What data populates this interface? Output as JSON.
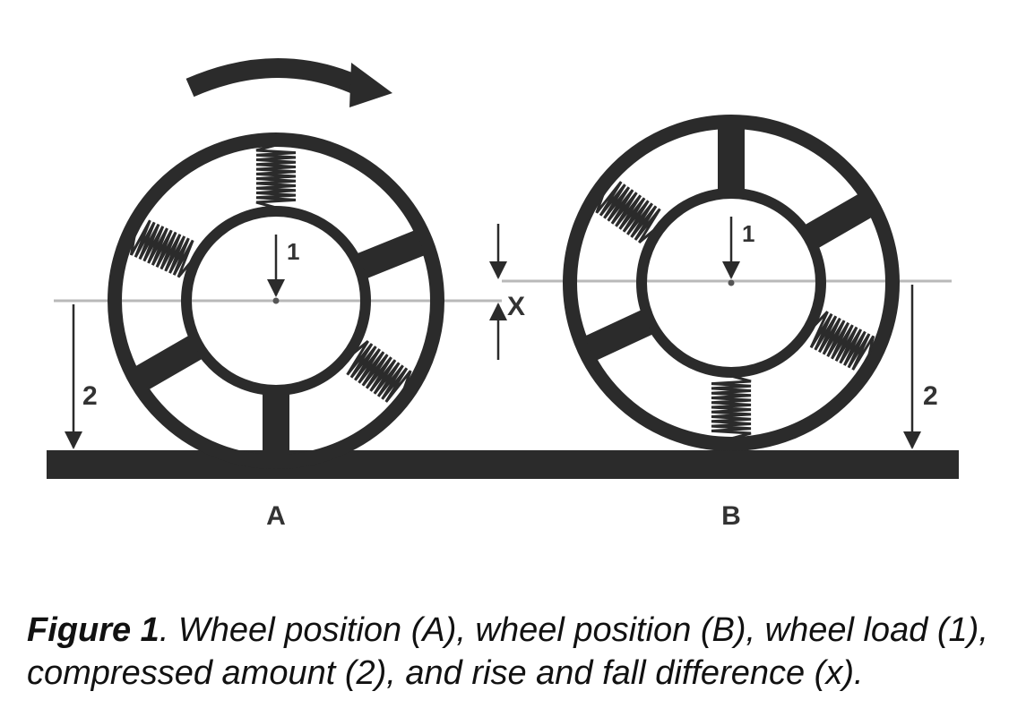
{
  "diagram": {
    "wheel_a_label": "A",
    "wheel_b_label": "B",
    "load_label": "1",
    "compression_label": "2",
    "difference_label": "X",
    "colors": {
      "ink": "#2b2b2b",
      "reference_line": "#b9b9b9",
      "background": "#ffffff"
    },
    "icons": {
      "rotation": "curved-arrow-icon",
      "spring": "spring-icon"
    }
  },
  "caption": {
    "figure_label": "Figure 1",
    "text": ". Wheel position (A), wheel position (B), wheel load (1), compressed amount (2), and rise and fall difference (x)."
  }
}
